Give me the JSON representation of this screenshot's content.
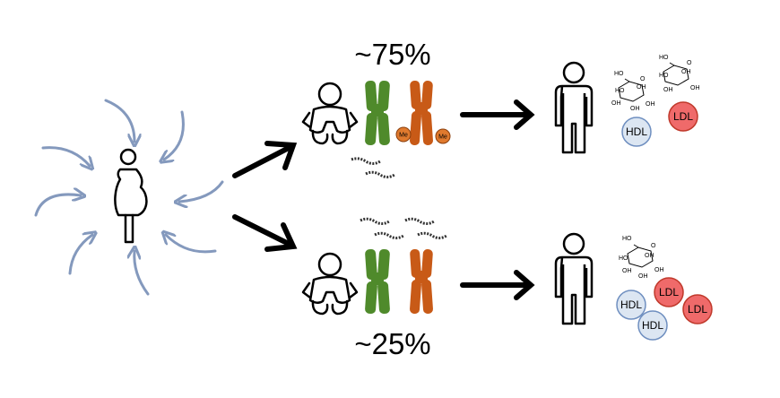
{
  "percentages": {
    "top": "~75%",
    "bottom": "~25%"
  },
  "lipoproteins": {
    "hdl": "HDL",
    "ldl": "LDL"
  },
  "sugar_labels": {
    "ho": "HO",
    "oh": "OH",
    "o": "O"
  },
  "methyl_tag": "Me",
  "colors": {
    "env_arrow": "#8499bd",
    "chromosome_green": "#4f8a2b",
    "chromosome_orange": "#c85a17",
    "methyl_fill": "#e07a2e",
    "hdl_fill": "#dce6f2",
    "hdl_stroke": "#6f8fc0",
    "ldl_fill": "#ef6a6a",
    "ldl_stroke": "#c0392b",
    "arrow": "#000000"
  },
  "icons": [
    "pregnant-woman-icon",
    "baby-icon",
    "adult-person-icon",
    "chromosome-icon",
    "methyl-group-icon",
    "rna-strand-icon",
    "glucose-molecule-icon",
    "curved-arrow-icon"
  ]
}
